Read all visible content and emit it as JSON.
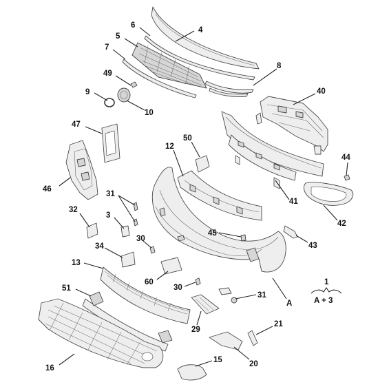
{
  "callouts": {
    "c4": "4",
    "c5": "5",
    "c6": "6",
    "c7": "7",
    "c8": "8",
    "c9": "9",
    "c10": "10",
    "c12": "12",
    "c13": "13",
    "c15": "15",
    "c16": "16",
    "c20": "20",
    "c21": "21",
    "c29": "29",
    "c30a": "30",
    "c30b": "30",
    "c31a": "31",
    "c31b": "31",
    "c32": "32",
    "c3": "3",
    "c34": "34",
    "c40": "40",
    "c41": "41",
    "c42": "42",
    "c43": "43",
    "c44": "44",
    "c45": "45",
    "c46": "46",
    "c47": "47",
    "c49": "49",
    "c50": "50",
    "c51": "51",
    "c60": "60",
    "cA": "A"
  },
  "legend": {
    "number": "1",
    "formula": "A + 3"
  }
}
